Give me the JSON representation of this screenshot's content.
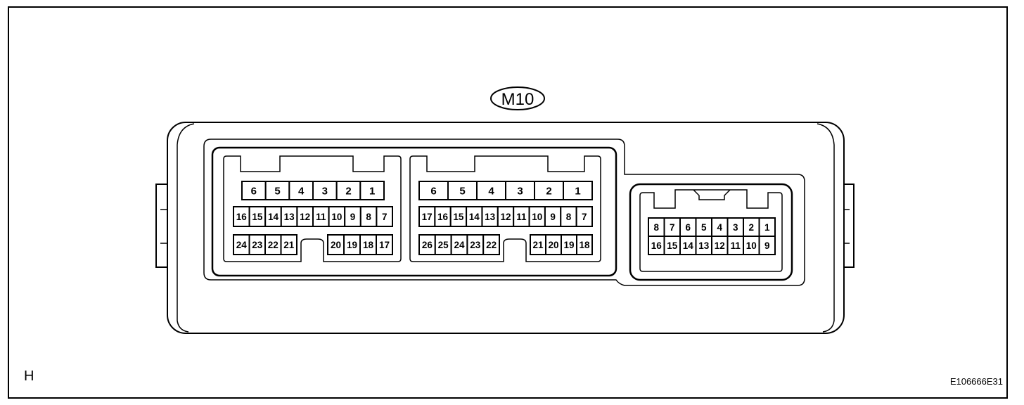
{
  "connector_label": "M10",
  "page_letter": "H",
  "figure_code": "E106666E31",
  "connectors": [
    {
      "id": "left",
      "rows": [
        {
          "row": "top",
          "groups": [
            [
              "6",
              "5",
              "4",
              "3",
              "2",
              "1"
            ]
          ]
        },
        {
          "row": "middle",
          "groups": [
            [
              "16",
              "15",
              "14",
              "13",
              "12",
              "11",
              "10",
              "9",
              "8",
              "7"
            ]
          ]
        },
        {
          "row": "bottom",
          "groups": [
            [
              "24",
              "23",
              "22",
              "21"
            ],
            [
              "20",
              "19",
              "18",
              "17"
            ]
          ]
        }
      ]
    },
    {
      "id": "middle",
      "rows": [
        {
          "row": "top",
          "groups": [
            [
              "6",
              "5",
              "4",
              "3",
              "2",
              "1"
            ]
          ]
        },
        {
          "row": "middle",
          "groups": [
            [
              "17",
              "16",
              "15",
              "14",
              "13",
              "12",
              "11",
              "10",
              "9",
              "8",
              "7"
            ]
          ]
        },
        {
          "row": "bottom",
          "groups": [
            [
              "26",
              "25",
              "24",
              "23",
              "22"
            ],
            [
              "21",
              "20",
              "19",
              "18"
            ]
          ]
        }
      ]
    },
    {
      "id": "right",
      "rows": [
        {
          "row": "top",
          "groups": [
            [
              "8",
              "7",
              "6",
              "5",
              "4",
              "3",
              "2",
              "1"
            ]
          ]
        },
        {
          "row": "bottom",
          "groups": [
            [
              "16",
              "15",
              "14",
              "13",
              "12",
              "11",
              "10",
              "9"
            ]
          ]
        }
      ]
    }
  ]
}
